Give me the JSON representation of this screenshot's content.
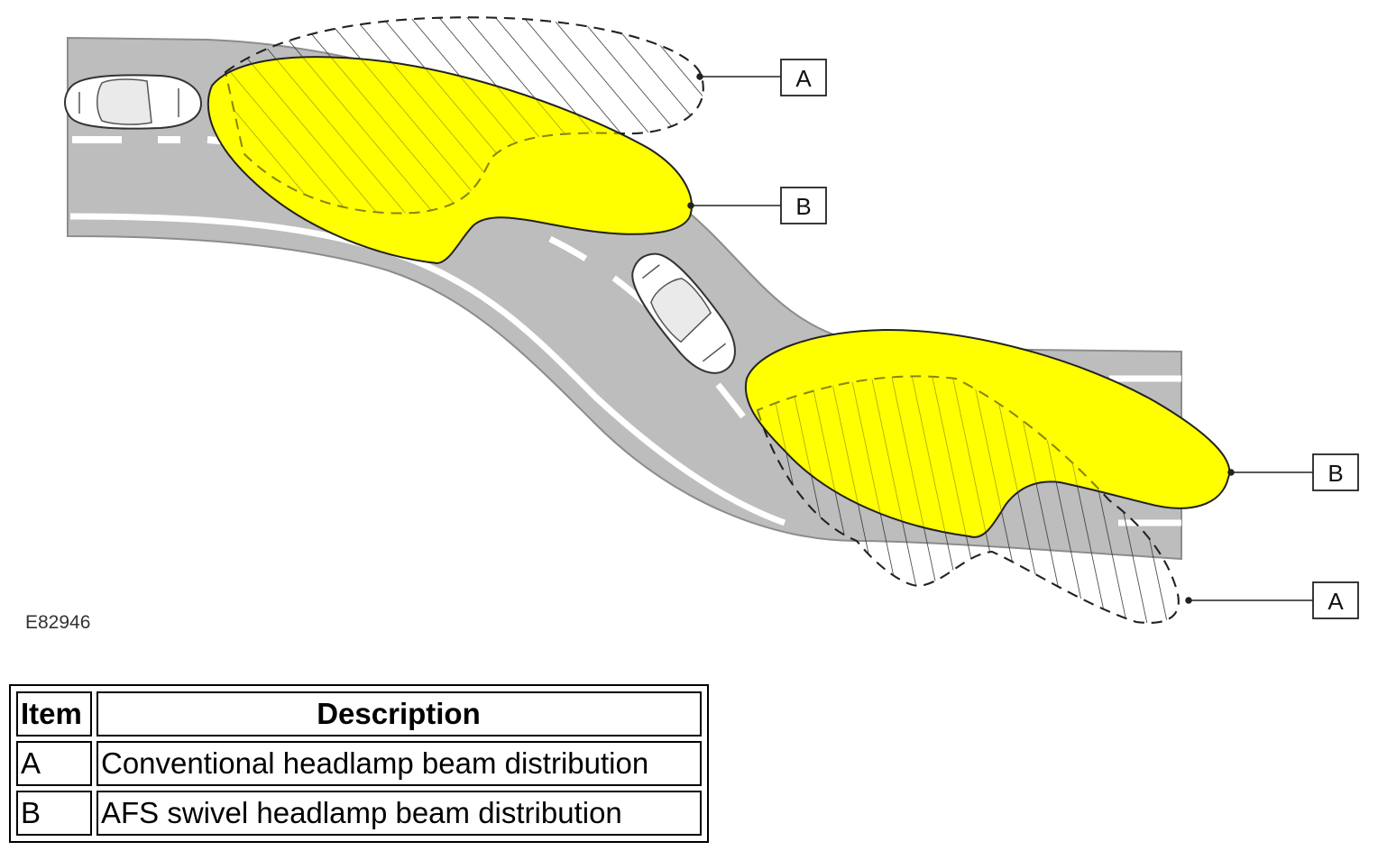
{
  "diagram": {
    "figure_id": "E82946",
    "callouts": [
      {
        "id": "callout-a-upper",
        "letter": "A"
      },
      {
        "id": "callout-b-upper",
        "letter": "B"
      },
      {
        "id": "callout-b-lower",
        "letter": "B"
      },
      {
        "id": "callout-a-lower",
        "letter": "A"
      }
    ],
    "colors": {
      "road": "#bdbdbd",
      "road_edge": "#8c8c8c",
      "lane_marking": "#ffffff",
      "afs_beam": "#ffff00",
      "outline": "#222222"
    }
  },
  "legend": {
    "header": {
      "item": "Item",
      "description": "Description"
    },
    "rows": [
      {
        "item": "A",
        "description": "Conventional headlamp beam distribution"
      },
      {
        "item": "B",
        "description": "AFS swivel headlamp beam distribution"
      }
    ]
  }
}
